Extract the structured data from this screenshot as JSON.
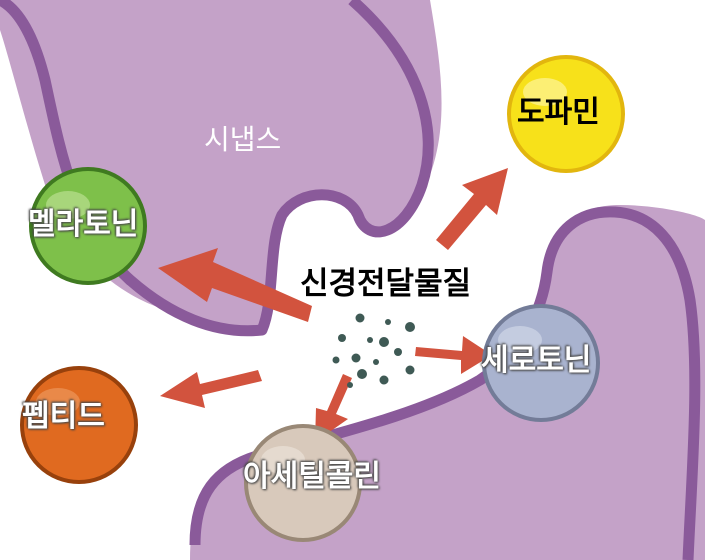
{
  "labels": {
    "synapse": "시냅스",
    "neurotransmitter": "신경전달물질",
    "dopamine": "도파민",
    "melatonin": "멜라토닌",
    "serotonin": "세로토닌",
    "peptide": "펩티드",
    "acetylcholine": "아세틸콜린"
  },
  "colors": {
    "neuron_fill": "#c4a2c8",
    "neuron_border": "#8a5a9a",
    "dopamine": "#f7e11a",
    "melatonin": "#7ec04a",
    "serotonin": "#a9b3cf",
    "peptide": "#e06a20",
    "acetylcholine": "#d8c9bb",
    "arrow": "#d2533e",
    "dots": "#3f5a55"
  }
}
